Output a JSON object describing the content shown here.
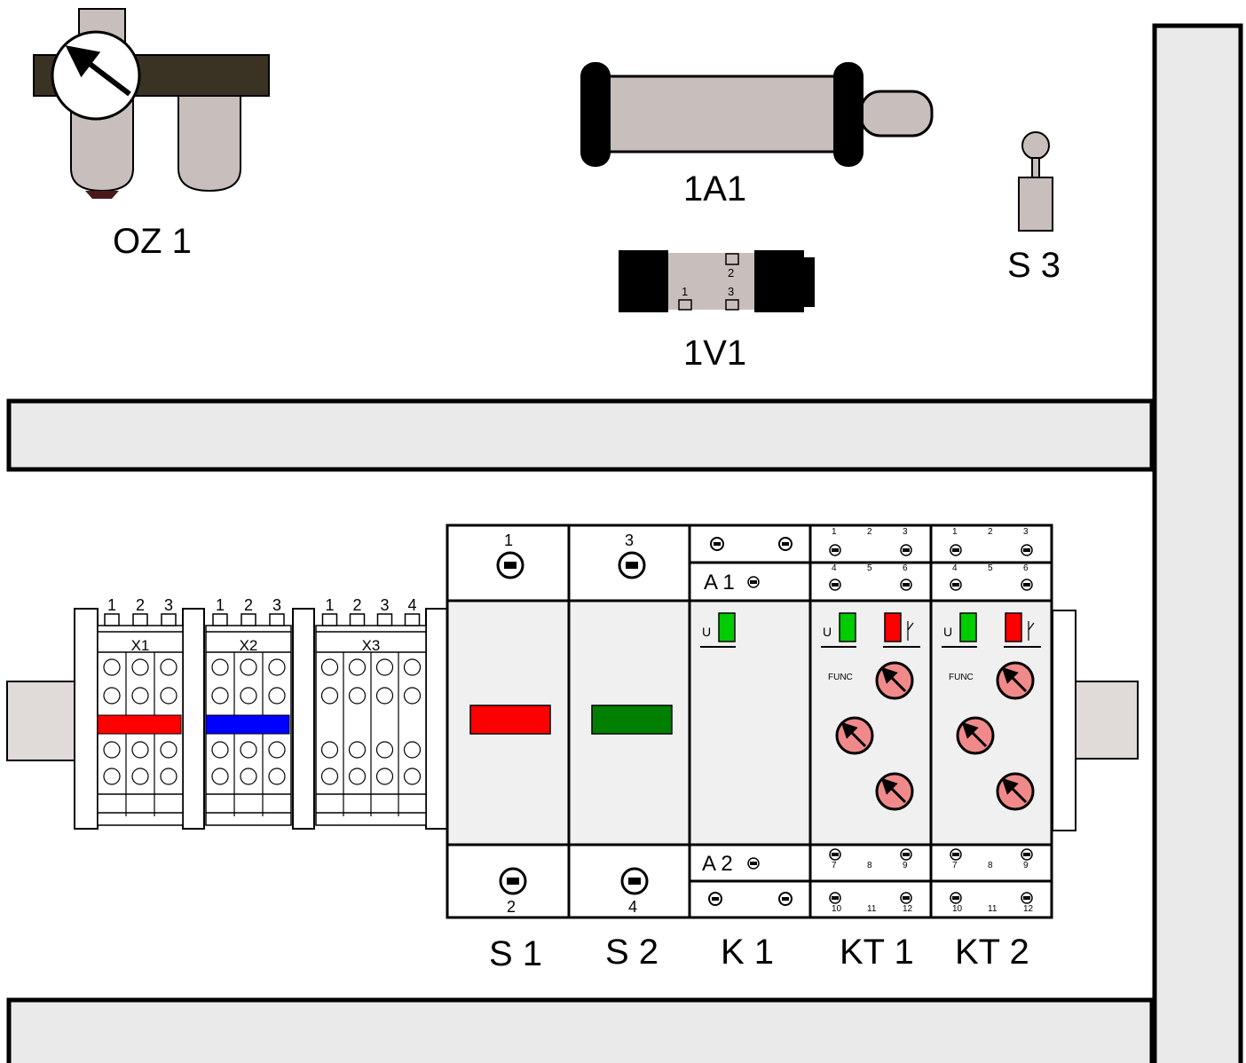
{
  "components": {
    "oz1": "OZ 1",
    "a1": "1A1",
    "v1": "1V1",
    "s3": "S 3",
    "s1": "S 1",
    "s2": "S 2",
    "k1": "K 1",
    "kt1": "KT 1",
    "kt2": "KT 2"
  },
  "valve_ports": {
    "p1": "1",
    "p2": "2",
    "p3": "3"
  },
  "terminal_blocks": {
    "x1": {
      "label": "X1",
      "pins": [
        "1",
        "2",
        "3"
      ],
      "bar_color": "#ff0000"
    },
    "x2": {
      "label": "X2",
      "pins": [
        "1",
        "2",
        "3"
      ],
      "bar_color": "#0000ff"
    },
    "x3": {
      "label": "X3",
      "pins": [
        "1",
        "2",
        "3",
        "4"
      ]
    }
  },
  "s1": {
    "top": "1",
    "bottom": "2",
    "button_color": "#ff0000"
  },
  "s2": {
    "top": "3",
    "bottom": "4",
    "button_color": "#007f00"
  },
  "k1": {
    "a1": "A 1",
    "a2": "A 2",
    "led": "U",
    "led_color": "#00cc00"
  },
  "timer": {
    "row1": [
      "1",
      "2",
      "3"
    ],
    "row2": [
      "4",
      "5",
      "6"
    ],
    "row3": [
      "7",
      "8",
      "9"
    ],
    "row4": [
      "10",
      "11",
      "12"
    ],
    "led_u": "U",
    "func": "FUNC",
    "u_color": "#00cc00",
    "relay_color": "#ff0000",
    "dial_color": "#f08a8a"
  },
  "colors": {
    "cylinder": "#c8bebb",
    "rail": "#eaeaea",
    "module": "#f0f0f0",
    "dark": "#3a3323"
  }
}
